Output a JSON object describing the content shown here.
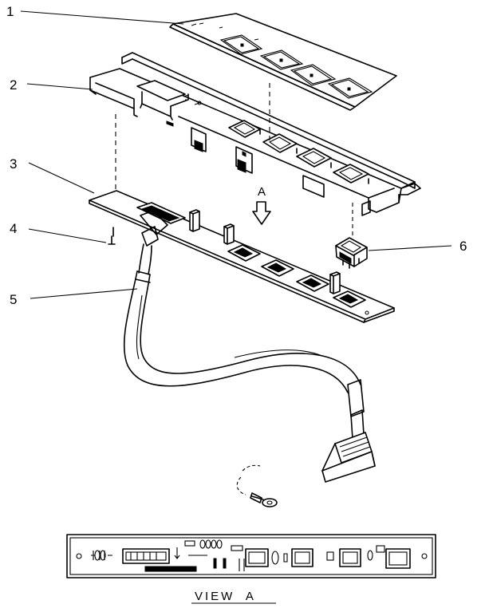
{
  "callouts": [
    {
      "id": "1",
      "label": "1"
    },
    {
      "id": "2",
      "label": "2"
    },
    {
      "id": "3",
      "label": "3"
    },
    {
      "id": "4",
      "label": "4"
    },
    {
      "id": "5",
      "label": "5"
    },
    {
      "id": "6",
      "label": "6"
    }
  ],
  "view_arrow_label": "A",
  "view_caption": "VIEW  A",
  "colors": {
    "ink": "#000000",
    "paper": "#ffffff"
  }
}
